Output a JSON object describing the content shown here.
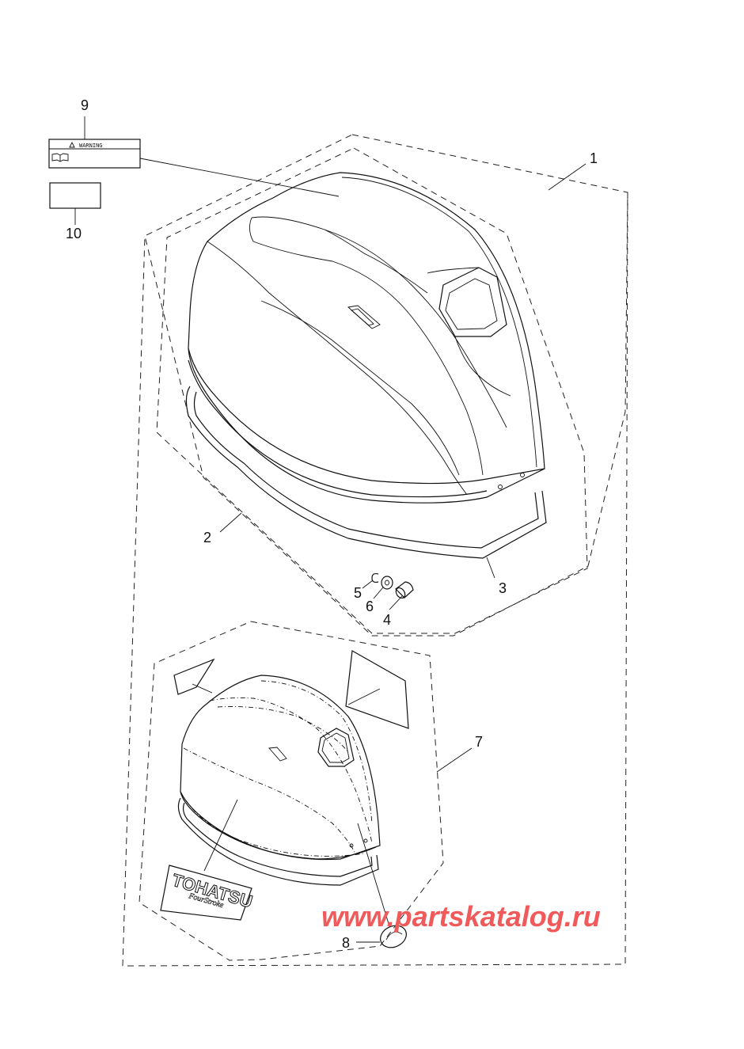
{
  "callouts": [
    {
      "id": "1",
      "label": "1"
    },
    {
      "id": "2",
      "label": "2"
    },
    {
      "id": "3",
      "label": "3"
    },
    {
      "id": "4",
      "label": "4"
    },
    {
      "id": "5",
      "label": "5"
    },
    {
      "id": "6",
      "label": "6"
    },
    {
      "id": "7",
      "label": "7"
    },
    {
      "id": "8",
      "label": "8"
    },
    {
      "id": "9",
      "label": "9"
    },
    {
      "id": "10",
      "label": "10"
    }
  ],
  "warning_label": {
    "text": "WARNING"
  },
  "decal_logo": {
    "brand": "TOHATSU",
    "sub": "FourStroke"
  },
  "watermark": "www.partskatalog.ru"
}
